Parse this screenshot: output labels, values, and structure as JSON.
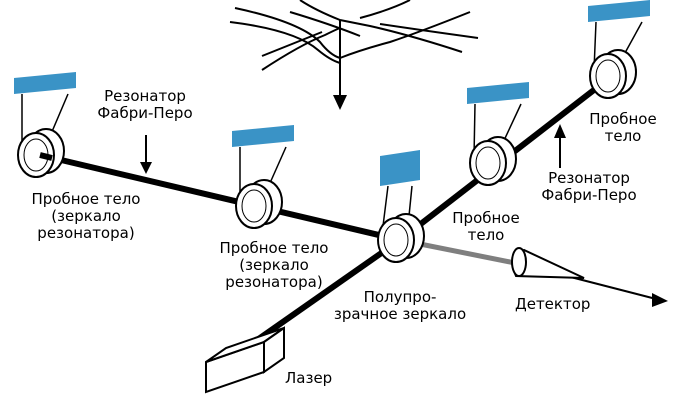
{
  "labels": {
    "left_resonator": "Резонатор\nФабри-Перо",
    "right_resonator": "Резонатор\nФабри-Перо",
    "test_mass_far_left": "Пробное тело\n(зеркало\nрезонатора)",
    "test_mass_inner_left": "Пробное тело\n(зеркало\nрезонатора)",
    "test_mass_inner_right": "Пробное\nтело",
    "test_mass_far_right": "Пробное\nтело",
    "beam_splitter": "Полупро-\nзрачное зеркало",
    "detector": "Детектор",
    "laser": "Лазер"
  },
  "colors": {
    "suspension_plate": "#3a93c6",
    "beam": "#000000",
    "output_beam": "#7f7f7f"
  }
}
